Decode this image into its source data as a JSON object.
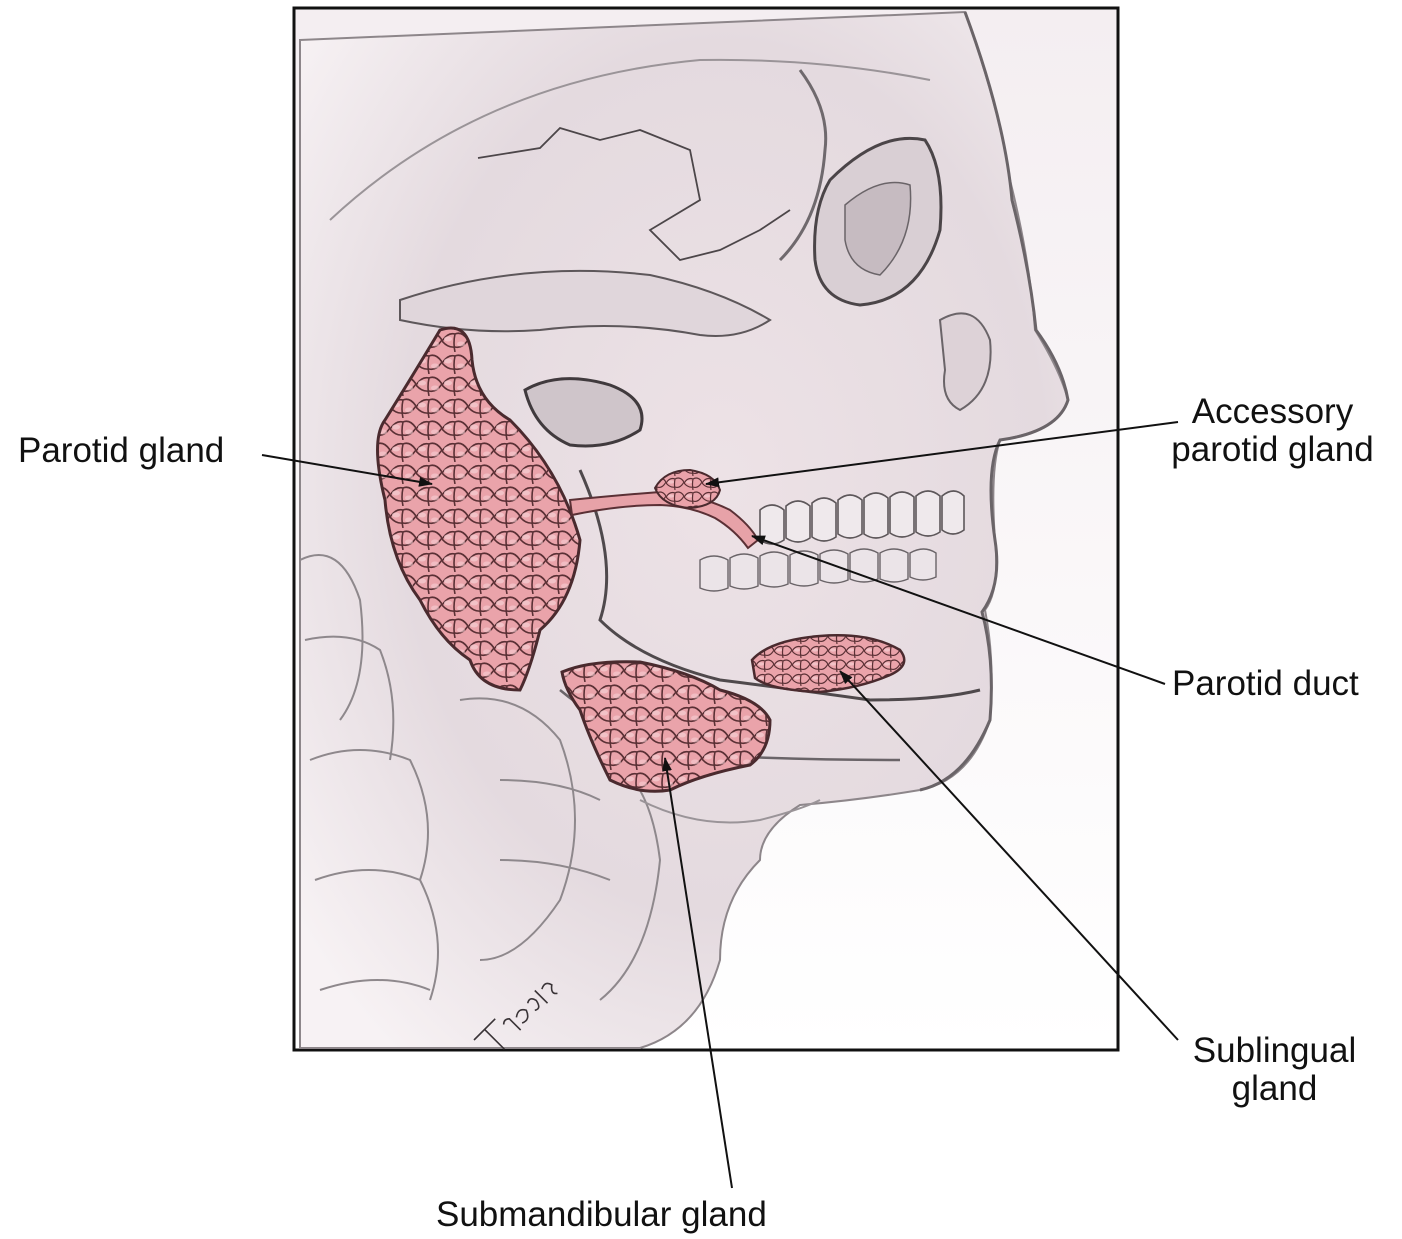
{
  "labels": {
    "parotid_gland": "Parotid gland",
    "accessory_parotid_gland": [
      "Accessory",
      "parotid gland"
    ],
    "parotid_duct": "Parotid duct",
    "sublingual_gland": [
      "Sublingual",
      "gland"
    ],
    "submandibular_gland": "Submandibular gland"
  },
  "artist_signature": "Tracie",
  "colors": {
    "gland_fill": "#e8a0a6",
    "gland_shadow": "#c9707a",
    "gland_outline": "#5a3035",
    "skin": "#ece4e8",
    "pencil": "#7a7478",
    "frame": "#111111",
    "leader": "#111111"
  },
  "icons": [
    "head-skull-illustration",
    "gland-texture"
  ]
}
